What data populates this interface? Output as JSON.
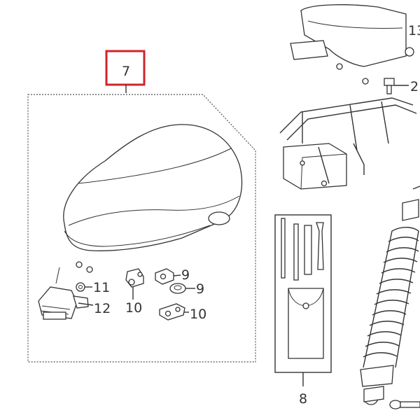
{
  "callouts": {
    "seat": "7",
    "tool_kit": "8",
    "small_bracket_a": "9",
    "small_bracket_b": "9",
    "clip_a": "10",
    "clip_b": "10",
    "nut": "11",
    "latch": "12",
    "top_partial_a": "13",
    "top_partial_b": "2"
  },
  "colors": {
    "highlight": "#d0242b",
    "line": "#333333"
  }
}
